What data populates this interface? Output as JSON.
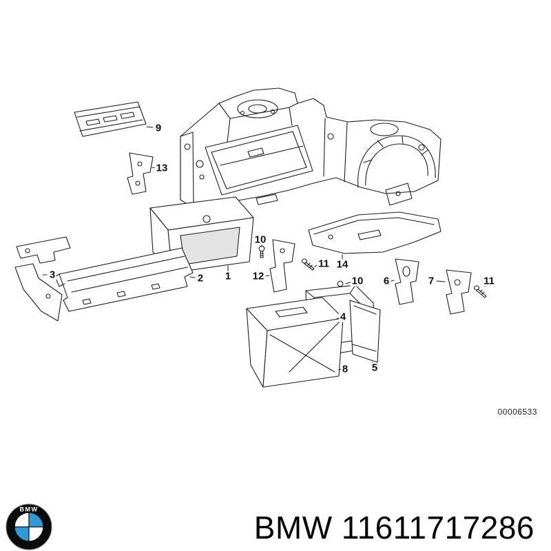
{
  "colors": {
    "background": "#ffffff",
    "line": "#1c1c1c",
    "label": "#111111",
    "logo_blue": "#2e9bd6",
    "logo_ring": "#0b0b0b"
  },
  "diagram": {
    "number": "00006533",
    "callouts": [
      {
        "label": "9"
      },
      {
        "label": "13"
      },
      {
        "label": "3"
      },
      {
        "label": "2"
      },
      {
        "label": "1"
      },
      {
        "label": "10"
      },
      {
        "label": "11"
      },
      {
        "label": "12"
      },
      {
        "label": "14"
      },
      {
        "label": "10"
      },
      {
        "label": "6"
      },
      {
        "label": "7"
      },
      {
        "label": "11"
      },
      {
        "label": "4"
      },
      {
        "label": "5"
      },
      {
        "label": "8"
      }
    ]
  },
  "footer": {
    "logo_text": "BMW",
    "title": "BMW 11611717286"
  }
}
